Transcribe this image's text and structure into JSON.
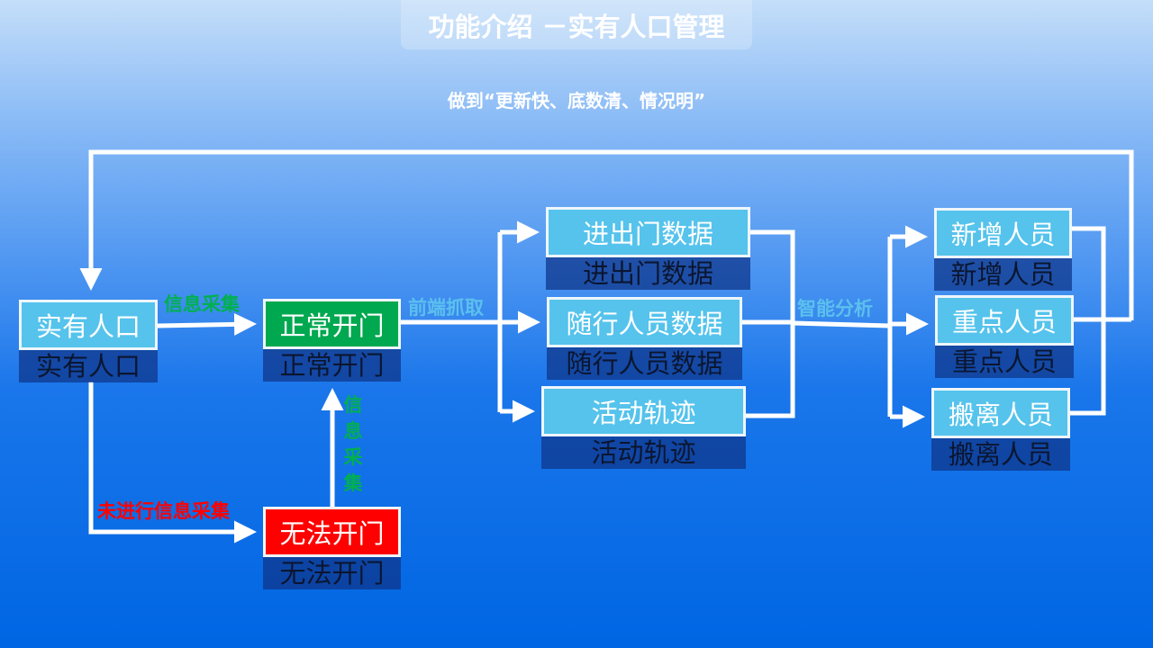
{
  "header": {
    "title": "功能介绍 －实有人口管理",
    "subtitle": "做到“更新快、底数清、情况明”"
  },
  "colors": {
    "node_blue": "#55c3ec",
    "node_green": "#00a850",
    "node_red": "#ff0000",
    "label_green": "#00b050",
    "label_red": "#ff0000",
    "label_blue": "#5cc0ee"
  },
  "nodes": {
    "population": "实有人口",
    "normal_open": "正常开门",
    "cannot_open": "无法开门",
    "door_data": "进出门数据",
    "companion_data": "随行人员数据",
    "activity_track": "活动轨迹",
    "new_people": "新增人员",
    "key_people": "重点人员",
    "moved_out": "搬离人员"
  },
  "edge_labels": {
    "info_collect": "信息采集",
    "front_capture": "前端抓取",
    "smart_analysis": "智能分析",
    "not_collected": "未进行信息采集",
    "info_collect_vertical": [
      "信",
      "息",
      "采",
      "集"
    ]
  }
}
